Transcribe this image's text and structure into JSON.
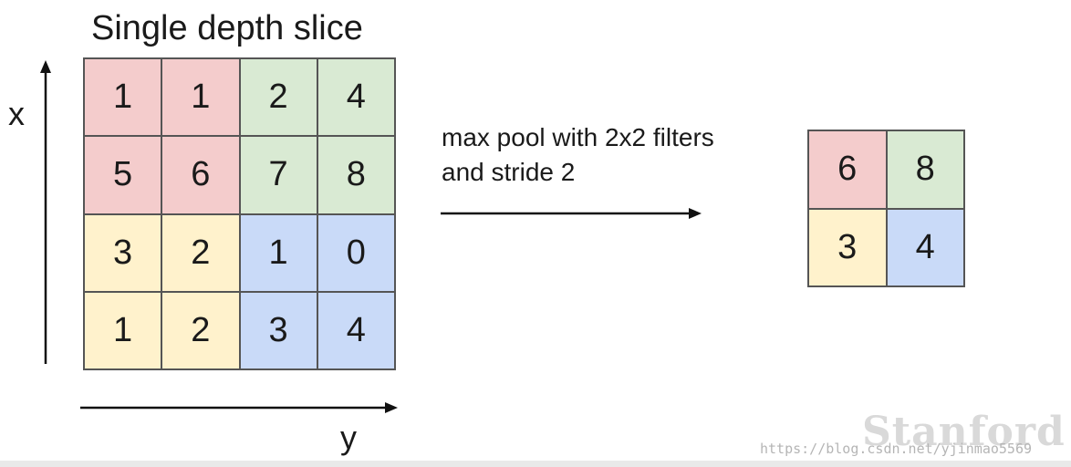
{
  "title": "Single depth slice",
  "axis": {
    "x_label": "x",
    "y_label": "y"
  },
  "operation": {
    "line1": "max pool with 2x2 filters",
    "line2": "and stride 2"
  },
  "colors": {
    "red": "#f4cccc",
    "green": "#d9ead3",
    "yellow": "#fff2cc",
    "blue": "#c9daf8"
  },
  "input_grid": [
    [
      {
        "v": "1",
        "c": "red"
      },
      {
        "v": "1",
        "c": "red"
      },
      {
        "v": "2",
        "c": "green"
      },
      {
        "v": "4",
        "c": "green"
      }
    ],
    [
      {
        "v": "5",
        "c": "red"
      },
      {
        "v": "6",
        "c": "red"
      },
      {
        "v": "7",
        "c": "green"
      },
      {
        "v": "8",
        "c": "green"
      }
    ],
    [
      {
        "v": "3",
        "c": "yellow"
      },
      {
        "v": "2",
        "c": "yellow"
      },
      {
        "v": "1",
        "c": "blue"
      },
      {
        "v": "0",
        "c": "blue"
      }
    ],
    [
      {
        "v": "1",
        "c": "yellow"
      },
      {
        "v": "2",
        "c": "yellow"
      },
      {
        "v": "3",
        "c": "blue"
      },
      {
        "v": "4",
        "c": "blue"
      }
    ]
  ],
  "output_grid": [
    [
      {
        "v": "6",
        "c": "red"
      },
      {
        "v": "8",
        "c": "green"
      }
    ],
    [
      {
        "v": "3",
        "c": "yellow"
      },
      {
        "v": "4",
        "c": "blue"
      }
    ]
  ],
  "watermark": {
    "logo": "Stanford",
    "url": "https://blog.csdn.net/yjinmao5569"
  }
}
